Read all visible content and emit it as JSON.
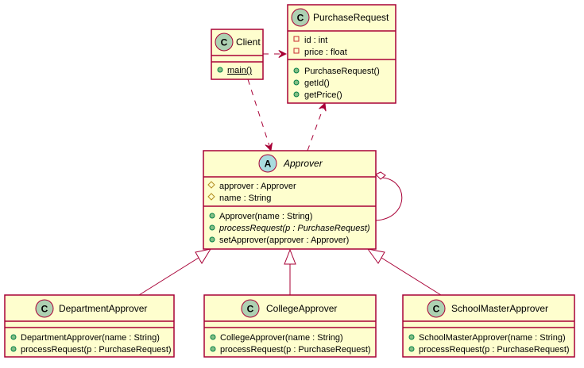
{
  "classes": {
    "client": {
      "name": "Client",
      "stereotype_letter": "C",
      "methods": [
        "main()"
      ]
    },
    "purchase_request": {
      "name": "PurchaseRequest",
      "stereotype_letter": "C",
      "fields": [
        "id : int",
        "price : float"
      ],
      "methods": [
        "PurchaseRequest()",
        "getId()",
        "getPrice()"
      ]
    },
    "approver": {
      "name": "Approver",
      "stereotype_letter": "A",
      "fields": [
        "approver : Approver",
        "name : String"
      ],
      "methods": [
        "Approver(name : String)",
        "processRequest(p : PurchaseRequest)",
        "setApprover(approver : Approver)"
      ]
    },
    "department_approver": {
      "name": "DepartmentApprover",
      "stereotype_letter": "C",
      "methods": [
        "DepartmentApprover(name : String)",
        "processRequest(p : PurchaseRequest)"
      ]
    },
    "college_approver": {
      "name": "CollegeApprover",
      "stereotype_letter": "C",
      "methods": [
        "CollegeApprover(name : String)",
        "processRequest(p : PurchaseRequest)"
      ]
    },
    "school_master_approver": {
      "name": "SchoolMasterApprover",
      "stereotype_letter": "C",
      "methods": [
        "SchoolMasterApprover(name : String)",
        "processRequest(p : PurchaseRequest)"
      ]
    }
  },
  "colors": {
    "class_fill": "#FEFECE",
    "border": "#A80036",
    "class_circle": "#ADD1B2",
    "abstract_circle": "#A9DCDF",
    "private_marker": "#C82930",
    "public_marker": "#84BE84",
    "protected_marker": "#FFFF44"
  }
}
